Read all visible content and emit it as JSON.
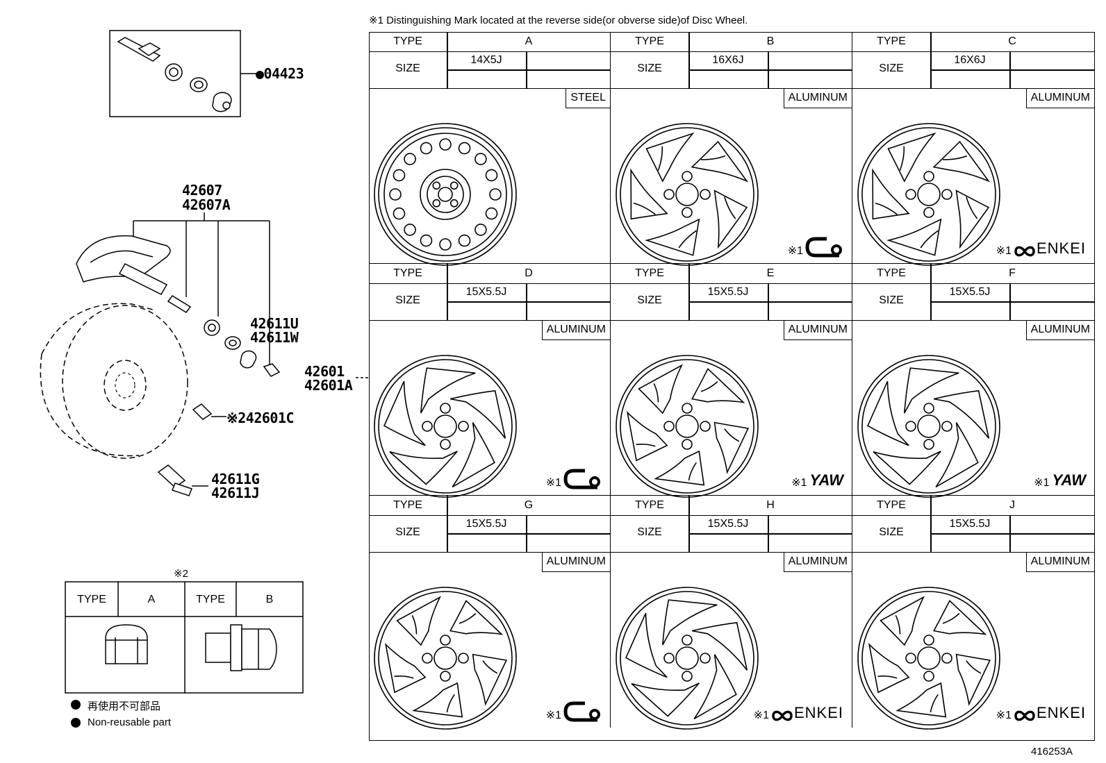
{
  "header_note": "※1 Distinguishing Mark located at the reverse side(or obverse side)of Disc Wheel.",
  "diagram_id": "416253A",
  "parts": {
    "valve_kit": "●04423",
    "sensor": [
      "42607",
      "42607A"
    ],
    "valve_cap": [
      "42611U",
      "42611W"
    ],
    "wheel": [
      "42601",
      "42601A"
    ],
    "nut": "※242601C",
    "valve": [
      "42611G",
      "42611J"
    ]
  },
  "nut_table": {
    "ref": "※2",
    "type_label": "TYPE",
    "types": [
      "A",
      "B"
    ]
  },
  "legend": {
    "jp": "再使用不可部品",
    "en": "Non-reusable part"
  },
  "wheel_table": {
    "type_label": "TYPE",
    "size_label": "SIZE",
    "mark_ref": "※1",
    "panels": [
      {
        "type": "A",
        "size": "14X5J",
        "material": "STEEL",
        "mark": "",
        "style": "steel"
      },
      {
        "type": "B",
        "size": "16X6J",
        "material": "ALUMINUM",
        "mark": "logo-c",
        "style": "twin"
      },
      {
        "type": "C",
        "size": "16X6J",
        "material": "ALUMINUM",
        "mark": "ENKEI",
        "style": "twin"
      },
      {
        "type": "D",
        "size": "15X5.5J",
        "material": "ALUMINUM",
        "mark": "logo-c",
        "style": "swirl"
      },
      {
        "type": "E",
        "size": "15X5.5J",
        "material": "ALUMINUM",
        "mark": "YAW",
        "style": "split"
      },
      {
        "type": "F",
        "size": "15X5.5J",
        "material": "ALUMINUM",
        "mark": "YAW",
        "style": "swirl"
      },
      {
        "type": "G",
        "size": "15X5.5J",
        "material": "ALUMINUM",
        "mark": "logo-c",
        "style": "split"
      },
      {
        "type": "H",
        "size": "15X5.5J",
        "material": "ALUMINUM",
        "mark": "ENKEI",
        "style": "swirl"
      },
      {
        "type": "J",
        "size": "15X5.5J",
        "material": "ALUMINUM",
        "mark": "ENKEI",
        "style": "split"
      }
    ]
  }
}
